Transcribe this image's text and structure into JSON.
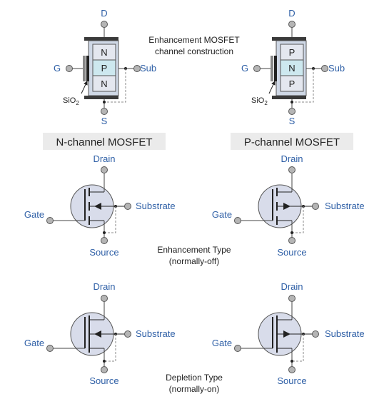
{
  "colors": {
    "label_blue": "#2e5fa6",
    "text_dark": "#222222",
    "circle_fill": "#d8dcea",
    "substrate_fill": "#cfd8e6",
    "n_region_fill": "#e4e7ef",
    "channel_fill": "#cde8ef",
    "oxide_fill": "#3a3a3a",
    "terminal_fill": "#b5b5b5",
    "header_bg": "#ebebeb"
  },
  "construction": {
    "title_line1": "Enhancement MOSFET",
    "title_line2": "channel construction",
    "n_channel": {
      "drain": "D",
      "gate": "G",
      "source": "S",
      "sub": "Sub",
      "oxide_base": "SiO",
      "oxide_sub": "2",
      "top_region": "N",
      "middle_region": "P",
      "bottom_region": "N"
    },
    "p_channel": {
      "drain": "D",
      "gate": "G",
      "source": "S",
      "sub": "Sub",
      "oxide_base": "SiO",
      "oxide_sub": "2",
      "top_region": "P",
      "middle_region": "N",
      "bottom_region": "P"
    }
  },
  "headers": {
    "n_channel": "N-channel MOSFET",
    "p_channel": "P-channel MOSFET"
  },
  "symbols": {
    "drain": "Drain",
    "gate": "Gate",
    "source": "Source",
    "substrate": "Substrate"
  },
  "types": {
    "enhancement_line1": "Enhancement Type",
    "enhancement_line2": "(normally-off)",
    "depletion_line1": "Depletion Type",
    "depletion_line2": "(normally-on)"
  }
}
